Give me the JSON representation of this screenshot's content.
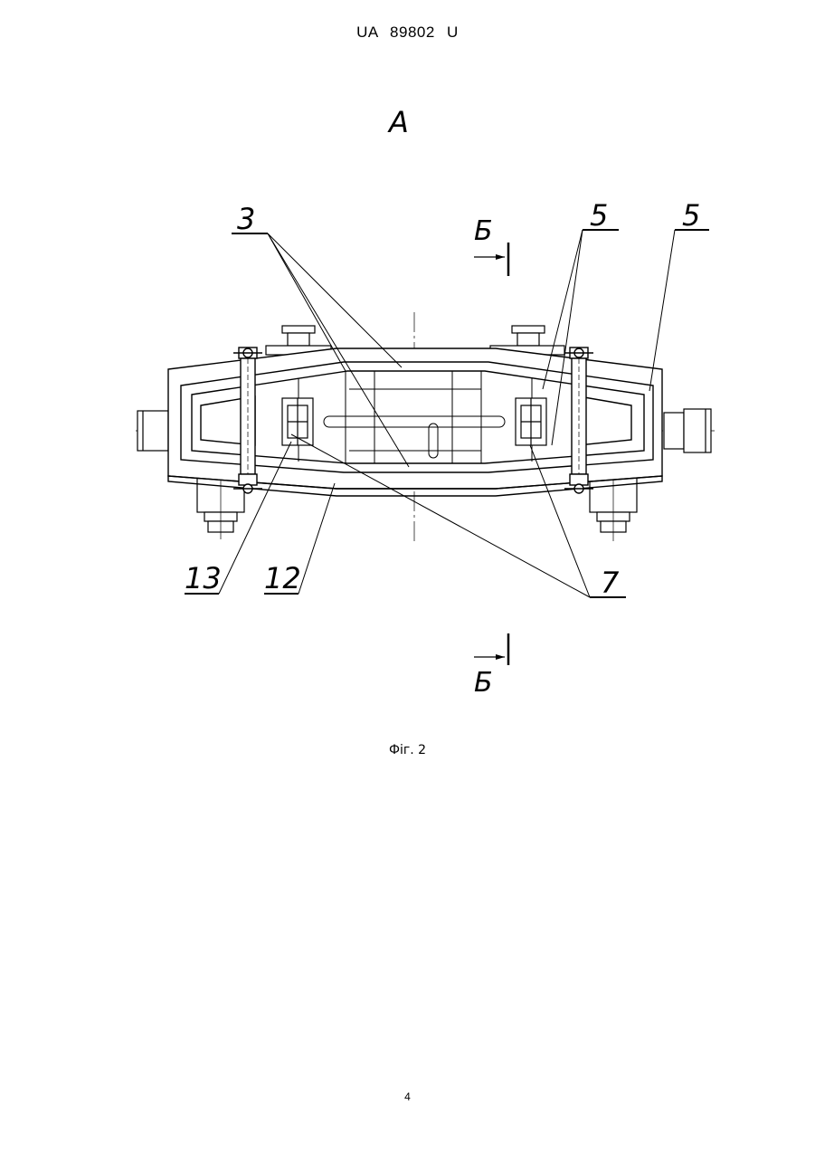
{
  "header": {
    "document_id": "UA   89802   U"
  },
  "drawing": {
    "view_label": "A",
    "section_label_top": "Б",
    "section_label_bottom": "Б",
    "callouts": {
      "c3": "3",
      "c5a": "5",
      "c5b": "5",
      "c13": "13",
      "c12": "12",
      "c7": "7"
    }
  },
  "caption": "Фіг. 2",
  "page_number": "4"
}
